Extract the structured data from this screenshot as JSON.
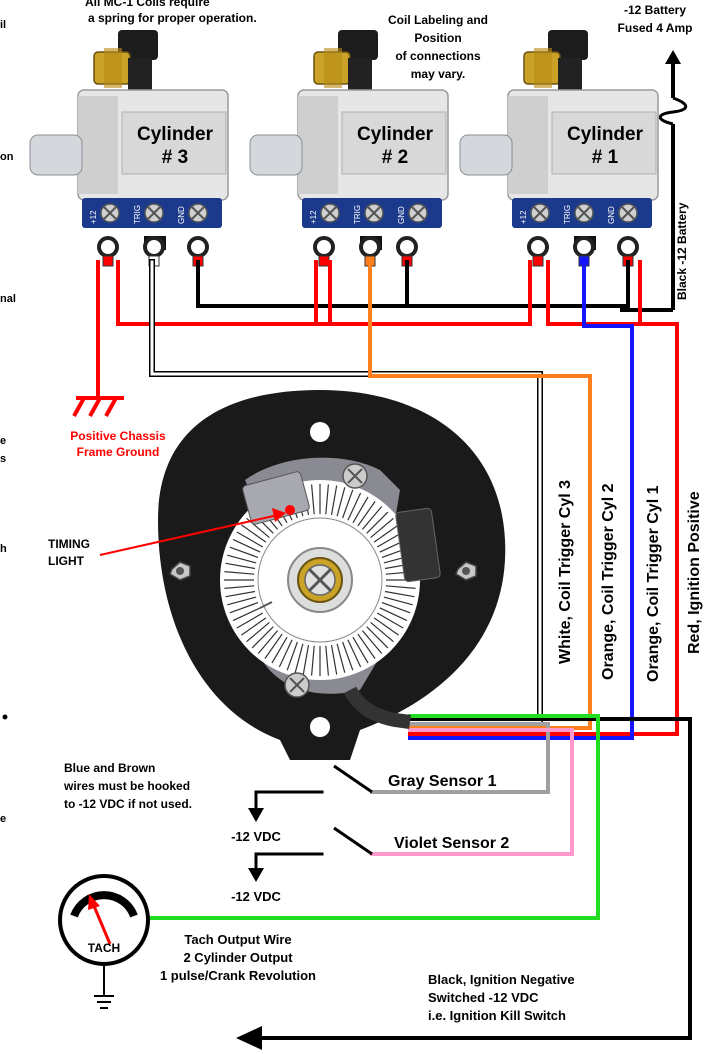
{
  "notes": {
    "top_left": "All MC-1 Coils require",
    "top_left_2": "a spring for proper operation.",
    "coil_labeling_1": "Coil Labeling and",
    "coil_labeling_2": "Position",
    "coil_labeling_3": "of connections",
    "coil_labeling_4": "may vary.",
    "battery_1": "-12 Battery",
    "battery_2": "Fused 4 Amp",
    "black_battery": "Black -12 Battery",
    "ground_1": "Positive Chassis",
    "ground_2": "Frame Ground",
    "timing_1": "TIMING",
    "timing_2": "LIGHT",
    "blue_brown_1": "Blue and Brown",
    "blue_brown_2": "wires must be hooked",
    "blue_brown_3": "to -12 VDC if not used.",
    "vdc_1": "-12 VDC",
    "vdc_2": "-12 VDC",
    "tach_1": "Tach Output Wire",
    "tach_2": "2 Cylinder Output",
    "tach_3": "1 pulse/Crank Revolution",
    "neg_1": "Black, Ignition Negative",
    "neg_2": "Switched -12 VDC",
    "neg_3": "i.e. Ignition Kill Switch",
    "tach_label": "TACH"
  },
  "coils": [
    {
      "line1": "Cylinder",
      "line2": "# 3"
    },
    {
      "line1": "Cylinder",
      "line2": "# 2"
    },
    {
      "line1": "Cylinder",
      "line2": "# 1"
    }
  ],
  "terminals": [
    "+12",
    "TRIG",
    "GND"
  ],
  "wire_labels": {
    "white": "White, Coil Trigger Cyl 3",
    "orange2": "Orange, Coil Trigger Cyl 2",
    "orange1": "Orange, Coil Trigger Cyl 1",
    "red": "Red, Ignition Positive"
  },
  "sensors": {
    "gray": "Gray Sensor 1",
    "violet": "Violet Sensor 2"
  },
  "colors": {
    "red": "#ff0000",
    "black": "#000000",
    "orange": "#ff7f1f",
    "blue": "#1414ff",
    "green": "#22dd22",
    "gray": "#a0a0a0",
    "pink": "#ff99cc",
    "coil_body": "#e6e6e6",
    "terminal_strip": "#1b3a8c",
    "disc": "#1a1a1a"
  }
}
